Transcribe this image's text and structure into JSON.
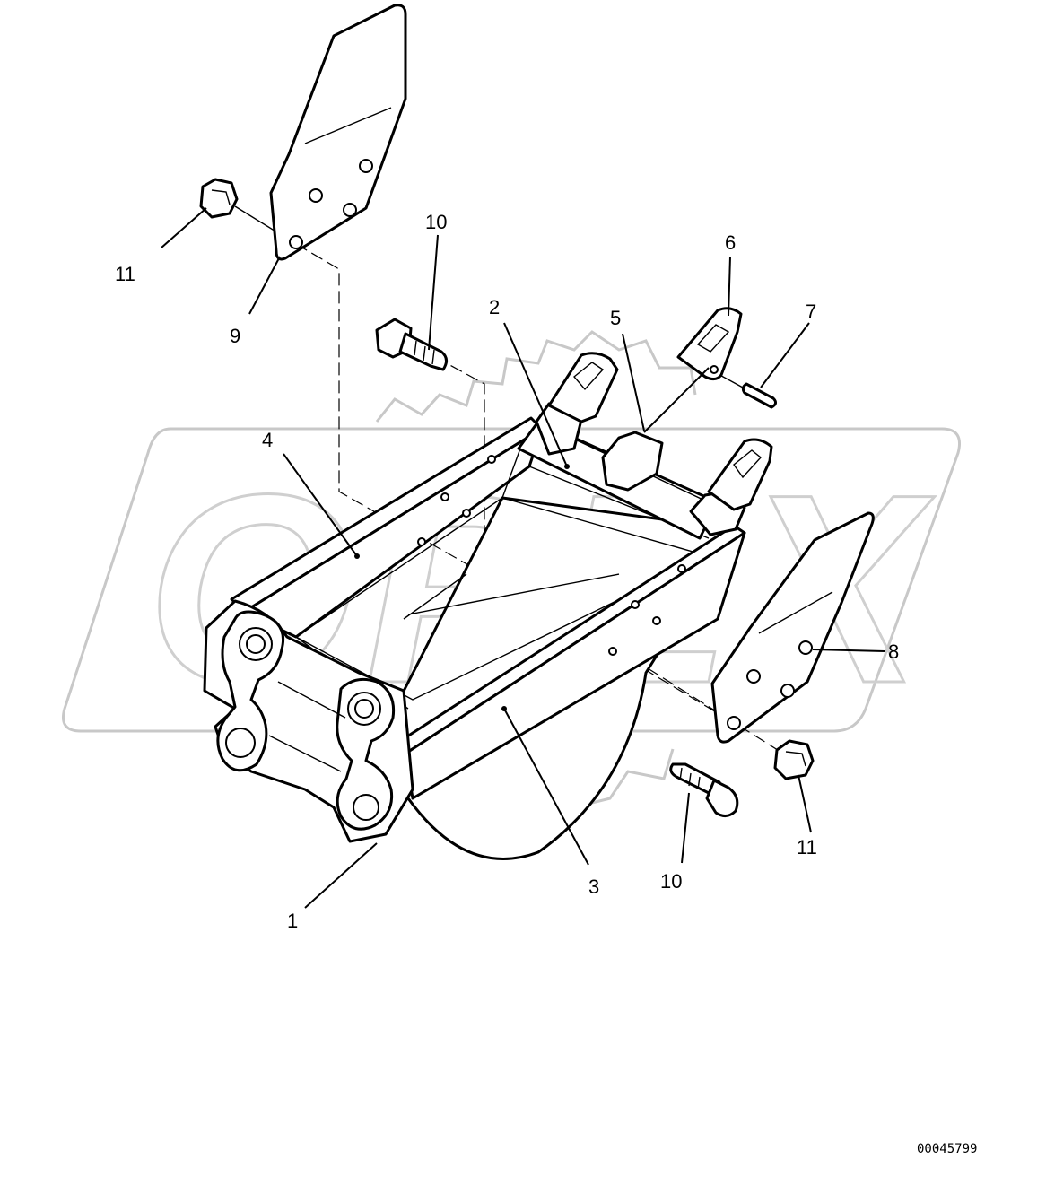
{
  "diagram": {
    "callouts": [
      {
        "id": "c1",
        "text": "1"
      },
      {
        "id": "c2",
        "text": "2"
      },
      {
        "id": "c3",
        "text": "3"
      },
      {
        "id": "c4",
        "text": "4"
      },
      {
        "id": "c5",
        "text": "5"
      },
      {
        "id": "c6",
        "text": "6"
      },
      {
        "id": "c7",
        "text": "7"
      },
      {
        "id": "c8",
        "text": "8"
      },
      {
        "id": "c9",
        "text": "9"
      },
      {
        "id": "c10a",
        "text": "10"
      },
      {
        "id": "c10b",
        "text": "10"
      },
      {
        "id": "c11a",
        "text": "11"
      },
      {
        "id": "c11b",
        "text": "11"
      }
    ],
    "document_number": "00045799",
    "watermark": "OPEX"
  }
}
